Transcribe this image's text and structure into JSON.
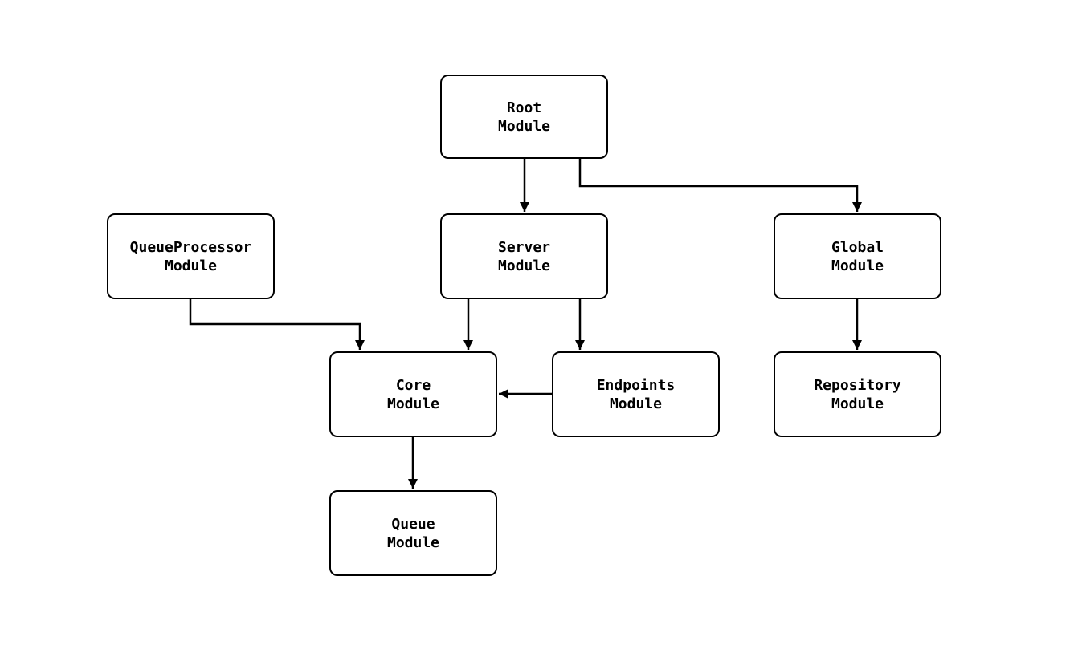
{
  "diagram": {
    "background_color": "#ffffff",
    "node_fill_color": "#ffffff",
    "node_border_color": "#000000",
    "edge_color": "#000000",
    "nodes": {
      "root": {
        "label": "Root\nModule"
      },
      "queue_processor": {
        "label": "QueueProcessor\nModule"
      },
      "server": {
        "label": "Server\nModule"
      },
      "global": {
        "label": "Global\nModule"
      },
      "core": {
        "label": "Core\nModule"
      },
      "endpoints": {
        "label": "Endpoints\nModule"
      },
      "repository": {
        "label": "Repository\nModule"
      },
      "queue": {
        "label": "Queue\nModule"
      }
    },
    "edges": [
      {
        "from": "Root Module",
        "to": "Server Module"
      },
      {
        "from": "Root Module",
        "to": "Global Module"
      },
      {
        "from": "QueueProcessor Module",
        "to": "Core Module"
      },
      {
        "from": "Server Module",
        "to": "Core Module"
      },
      {
        "from": "Server Module",
        "to": "Endpoints Module"
      },
      {
        "from": "Endpoints Module",
        "to": "Core Module"
      },
      {
        "from": "Global Module",
        "to": "Repository Module"
      },
      {
        "from": "Core Module",
        "to": "Queue Module"
      }
    ]
  }
}
